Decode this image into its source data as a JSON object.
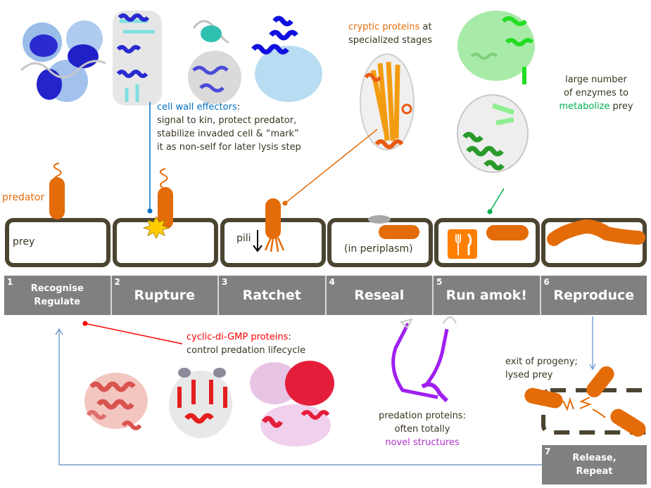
{
  "colors": {
    "predator": "#e36c09",
    "cell_wall": "#4a4431",
    "stage_bar": "#808080",
    "cell_wall_effectors": "#0070c0",
    "cryptic": "#e36c09",
    "metabolize": "#00b050",
    "cyclic_di_gmp": "#ff0000",
    "novel": "#b030c8",
    "cycle_arrow": "#5b8bc8"
  },
  "stages": [
    {
      "number": "1",
      "label_line1": "Recognise",
      "label_line2": "Regulate"
    },
    {
      "number": "2",
      "label_line1": "Rupture",
      "label_line2": ""
    },
    {
      "number": "3",
      "label_line1": "Ratchet",
      "label_line2": ""
    },
    {
      "number": "4",
      "label_line1": "Reseal",
      "label_line2": ""
    },
    {
      "number": "5",
      "label_line1": "Run amok!",
      "label_line2": ""
    },
    {
      "number": "6",
      "label_line1": "Reproduce",
      "label_line2": ""
    },
    {
      "number": "7",
      "label_line1": "Release,",
      "label_line2": "Repeat"
    }
  ],
  "cell_labels": {
    "predator": "predator",
    "prey": "prey",
    "pili": "pili",
    "periplasm": "(in periplasm)",
    "exit": "exit of progeny;",
    "lysed": "lysed prey"
  },
  "annotations": {
    "cell_wall_effectors": {
      "title": "cell wall effectors",
      "colon": ":",
      "lines": [
        "signal to kin, protect predator,",
        "stabilize invaded cell & “mark”",
        "it as non-self for later lysis step"
      ]
    },
    "cryptic": {
      "highlight": "cryptic proteins",
      "rest1": " at",
      "line2": "specialized stages"
    },
    "enzymes": {
      "line1": "large number",
      "line2": "of enzymes to",
      "highlight": "metabolize",
      "rest3": " prey"
    },
    "cyclic": {
      "title": "cyclic-di-GMP proteins",
      "colon": ":",
      "line2": "control predation lifecycle"
    },
    "predation": {
      "line1": "predation proteins:",
      "line2": "often totally",
      "highlight": "novel structures"
    }
  },
  "icons": {
    "restaurant": "fork-knife-icon"
  }
}
